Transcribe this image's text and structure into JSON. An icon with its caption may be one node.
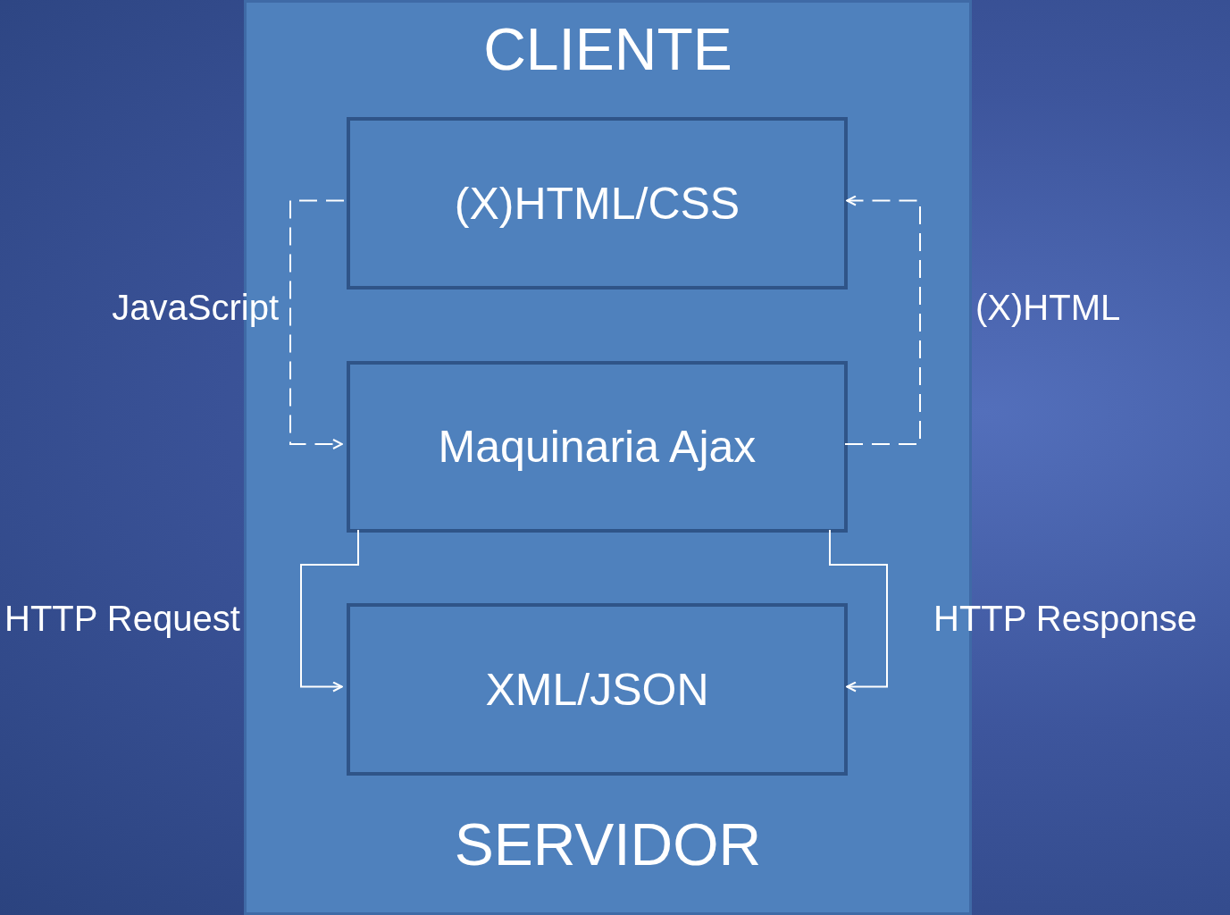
{
  "diagram": {
    "nodes": [
      {
        "text": [
          "CLIENTE",
          "SERVIDOR"
        ]
      },
      {
        "text": [
          "(X)HTML/CSS"
        ],
        "in": 0
      },
      {
        "text": [
          "Maquinaria Ajax"
        ],
        "in": 0
      },
      {
        "text": [
          "XML/JSON"
        ],
        "in": 0
      }
    ],
    "edges": [
      {
        "from": 1,
        "to": 2,
        "arrow": "to",
        "label": "JavaScript",
        "style": "dashed"
      },
      {
        "from": 2,
        "to": 1,
        "arrow": "to",
        "label": "(X)HTML",
        "style": "dashed"
      },
      {
        "from": 2,
        "to": 3,
        "arrow": "to",
        "label": "HTTP Request"
      },
      {
        "from": 2,
        "to": 3,
        "arrow": "to",
        "label": "HTTP Response"
      }
    ]
  }
}
